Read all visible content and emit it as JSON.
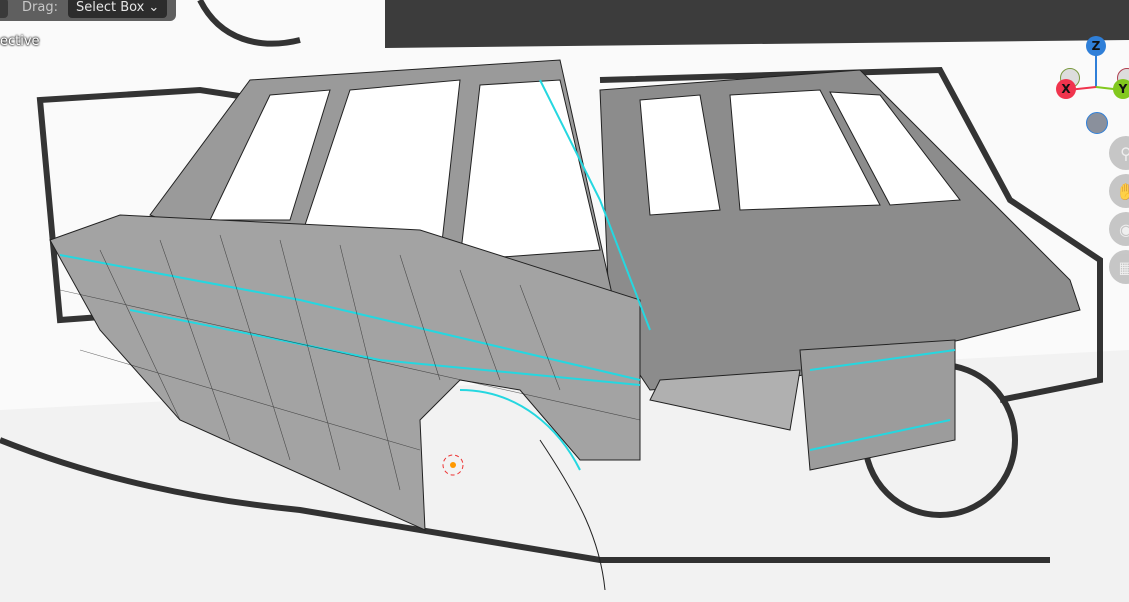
{
  "header": {
    "drag_label": "Drag:",
    "select_mode": "Select Box"
  },
  "overlay": {
    "view_label": "ective"
  },
  "gizmo": {
    "x_label": "X",
    "y_label": "Y",
    "z_label": "Z",
    "colors": {
      "x": "#f0344d",
      "y": "#82c81e",
      "z": "#2f7fd8",
      "selected_edge": "#25d7e0",
      "mesh": "#9a9a9a"
    }
  },
  "nav_icons": [
    "zoom-icon",
    "pan-hand-icon",
    "camera-icon",
    "grid-icon"
  ]
}
